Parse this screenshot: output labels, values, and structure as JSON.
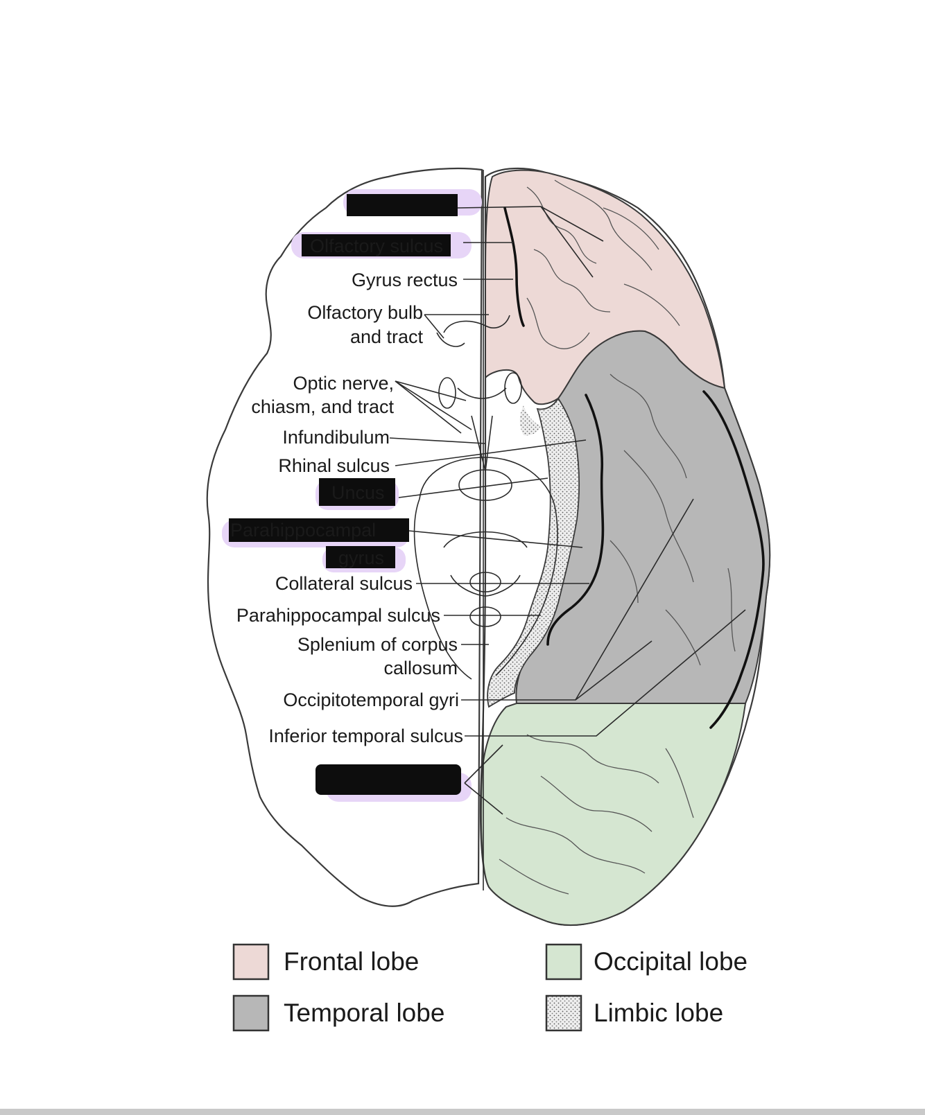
{
  "labels": {
    "gyrus_rectus": "Gyrus rectus",
    "olfactory_bulb_1": "Olfactory bulb",
    "olfactory_bulb_2": "and tract",
    "optic_1": "Optic nerve,",
    "optic_2": "chiasm, and tract",
    "infundibulum": "Infundibulum",
    "rhinal_sulcus": "Rhinal sulcus",
    "collateral_sulcus": "Collateral sulcus",
    "parahippocampal_sulcus": "Parahippocampal sulcus",
    "splenium_1": "Splenium of corpus",
    "splenium_2": "callosum",
    "occipitotemporal_gyri": "Occipitotemporal gyri",
    "inferior_temporal_sulcus": "Inferior temporal sulcus",
    "redacted_olfactory_sulcus": "Olfactory sulcus",
    "redacted_uncus": "Uncus",
    "redacted_parahippocampal_1": "Parahippocampal",
    "redacted_parahippocampal_2": "gyrus"
  },
  "legend": [
    {
      "label": "Frontal lobe",
      "color": "#edd9d6",
      "pattern": "none"
    },
    {
      "label": "Occipital lobe",
      "color": "#d5e6d1",
      "pattern": "none"
    },
    {
      "label": "Temporal lobe",
      "color": "#b7b7b7",
      "pattern": "none"
    },
    {
      "label": "Limbic lobe",
      "color": "#ececec",
      "pattern": "dots"
    }
  ],
  "colors": {
    "frontal": "#edd9d6",
    "temporal": "#b7b7b7",
    "occipital": "#d5e6d1",
    "limbic": "#ececec",
    "highlight": "#e7d5f7",
    "redaction": "#0d0d0d"
  }
}
